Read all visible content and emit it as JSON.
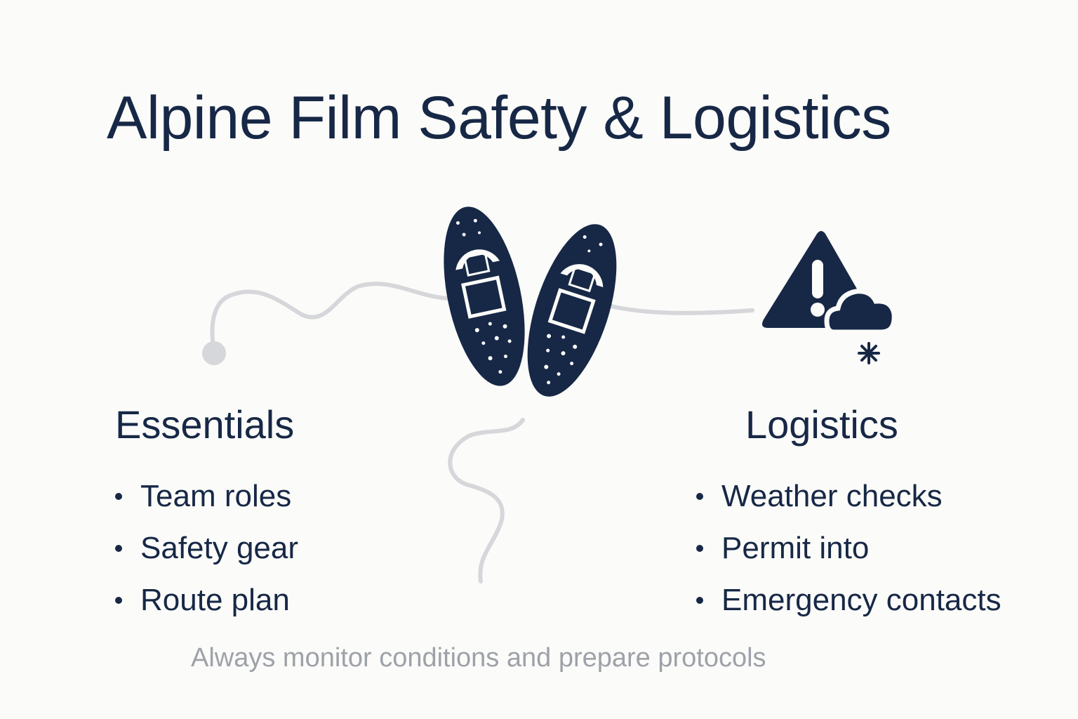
{
  "title": "Alpine Film Safety & Logistics",
  "colors": {
    "primary": "#172846",
    "connector": "#d6d7da",
    "muted_text": "#9ea2a8",
    "background": "#fbfbf9"
  },
  "icons": {
    "center": "snowshoes-icon",
    "right": "warning-triangle-icon",
    "weather": "snow-cloud-icon"
  },
  "sections": {
    "essentials": {
      "heading": "Essentials",
      "items": [
        "Team roles",
        "Safety gear",
        "Route plan"
      ]
    },
    "logistics": {
      "heading": "Logistics",
      "items": [
        "Weather checks",
        "Permit into",
        "Emergency contacts"
      ]
    }
  },
  "footer": {
    "note": "Always monitor conditions and prepare protocols"
  }
}
